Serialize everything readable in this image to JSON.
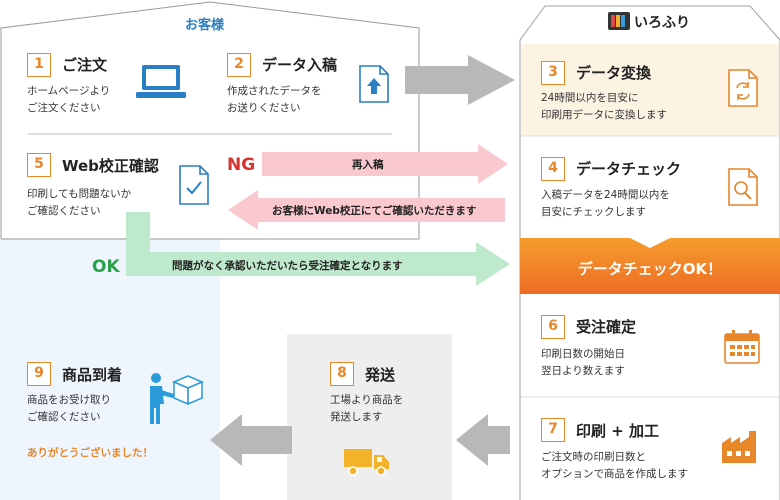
{
  "customer": {
    "header": "お客様",
    "steps": [
      {
        "num": "1",
        "title": "ご注文",
        "lines": [
          "ホームページより",
          "ご注文ください"
        ]
      },
      {
        "num": "2",
        "title": "データ入稿",
        "lines": [
          "作成されたデータを",
          "お送りください"
        ]
      },
      {
        "num": "5",
        "title": "Web校正確認",
        "lines": [
          "印刷しても問題ないか",
          "ご確認ください"
        ]
      },
      {
        "num": "9",
        "title": "商品到着",
        "lines": [
          "商品をお受け取り",
          "ご確認ください"
        ]
      },
      {
        "num": "8",
        "title": "発送",
        "lines": [
          "工場より商品を",
          "発送します"
        ]
      }
    ],
    "thanks": "ありがとうございました！"
  },
  "company": {
    "logo_text": "いろふり",
    "steps": [
      {
        "num": "3",
        "title": "データ変換",
        "lines": [
          "24時間以内を目安に",
          "印刷用データに変換します"
        ]
      },
      {
        "num": "4",
        "title": "データチェック",
        "lines": [
          "入稿データを24時間以内を",
          "目安にチェックします"
        ]
      },
      {
        "num": "6",
        "title": "受注確定",
        "lines": [
          "印刷日数の開始日",
          "翌日より数えます"
        ]
      },
      {
        "num": "7",
        "title": "印刷 + 加工",
        "lines": [
          "ご注文時の印刷日数と",
          "オプションで商品を作成します"
        ]
      }
    ],
    "check_ok": "データチェックOK！"
  },
  "flows": {
    "ng": "NG",
    "ok": "OK",
    "resubmit": "再入稿",
    "web_proof_request": "お客様にWeb校正にてご確認いただきます",
    "confirm": "問題がなく承認いただいたら受注確定となります"
  },
  "colors": {
    "accent": "#e8862a",
    "blue": "#2a7fc4",
    "ng_red": "#d9312c",
    "ok_green": "#27a24a",
    "pink_arrow": "#f9c9cf",
    "green_arrow": "#bfe9cc",
    "gray_arrow": "#b8b8b8"
  }
}
